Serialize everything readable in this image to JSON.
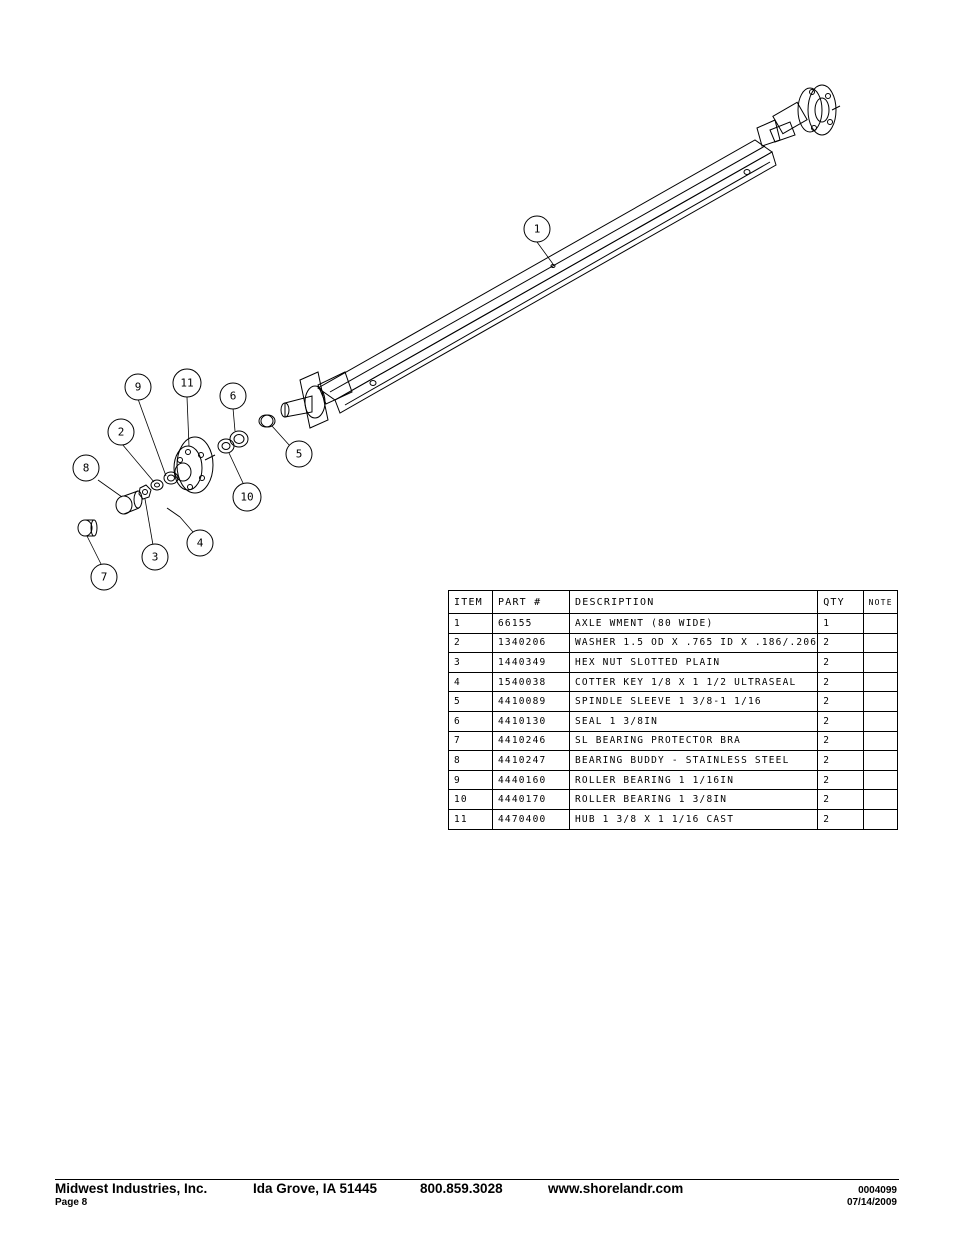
{
  "drawing": {
    "callouts": [
      "1",
      "2",
      "3",
      "4",
      "5",
      "6",
      "7",
      "8",
      "9",
      "10",
      "11"
    ]
  },
  "table": {
    "headers": {
      "item": "ITEM",
      "part": "PART #",
      "description": "DESCRIPTION",
      "qty": "QTY",
      "note": "NOTE"
    },
    "rows": [
      {
        "item": "1",
        "part": "66155",
        "description": "AXLE WMENT (80 WIDE)",
        "qty": "1",
        "note": ""
      },
      {
        "item": "2",
        "part": "1340206",
        "description": "WASHER 1.5 OD X .765 ID X .186/.206",
        "qty": "2",
        "note": ""
      },
      {
        "item": "3",
        "part": "1440349",
        "description": "HEX NUT SLOTTED PLAIN",
        "qty": "2",
        "note": ""
      },
      {
        "item": "4",
        "part": "1540038",
        "description": "COTTER KEY 1/8 X 1 1/2 ULTRASEAL",
        "qty": "2",
        "note": ""
      },
      {
        "item": "5",
        "part": "4410089",
        "description": "SPINDLE SLEEVE  1 3/8-1 1/16",
        "qty": "2",
        "note": ""
      },
      {
        "item": "6",
        "part": "4410130",
        "description": "SEAL  1 3/8IN",
        "qty": "2",
        "note": ""
      },
      {
        "item": "7",
        "part": "4410246",
        "description": "SL BEARING PROTECTOR BRA",
        "qty": "2",
        "note": ""
      },
      {
        "item": "8",
        "part": "4410247",
        "description": "BEARING BUDDY - STAINLESS STEEL",
        "qty": "2",
        "note": ""
      },
      {
        "item": "9",
        "part": "4440160",
        "description": "ROLLER BEARING  1 1/16IN",
        "qty": "2",
        "note": ""
      },
      {
        "item": "10",
        "part": "4440170",
        "description": "ROLLER BEARING  1 3/8IN",
        "qty": "2",
        "note": ""
      },
      {
        "item": "11",
        "part": "4470400",
        "description": "HUB  1 3/8 X 1 1/16 CAST",
        "qty": "2",
        "note": ""
      }
    ]
  },
  "footer": {
    "company": "Midwest Industries, Inc.",
    "location": "Ida Grove, IA  51445",
    "phone": "800.859.3028",
    "website": "www.shorelandr.com",
    "page": "Page 8",
    "doc_number": "0004099",
    "date": "07/14/2009"
  }
}
